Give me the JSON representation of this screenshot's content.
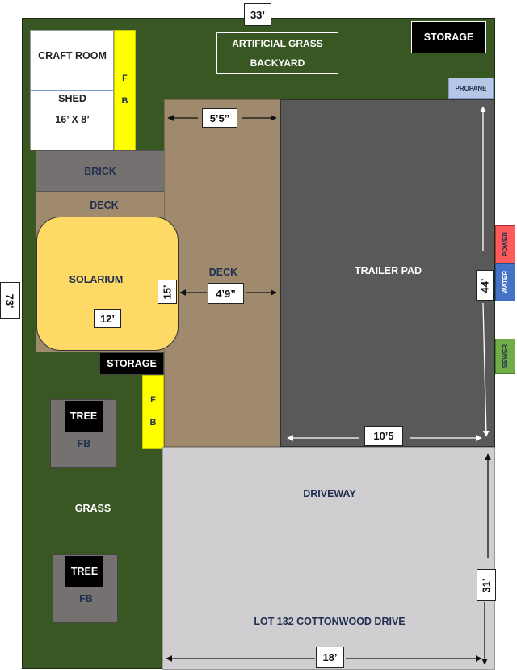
{
  "dims": {
    "top_width": "33’",
    "left_height": "73’",
    "deck_top": "5’5”",
    "deck_mid": "4’9”",
    "solarium_h": "15’",
    "solarium_w": "12’",
    "pad_h": "44’",
    "pad_w": "10’5",
    "drive_h": "31’",
    "drive_w": "18’"
  },
  "areas": {
    "backyard_line1": "ARTIFICIAL GRASS",
    "backyard_line2": "BACKYARD",
    "storage_top": "STORAGE",
    "propane": "PROPANE",
    "craft_room": "CRAFT ROOM",
    "shed": "SHED",
    "shed_size": "16’ X 8’",
    "fb_letters": "F B",
    "brick": "BRICK",
    "deck_left": "DECK",
    "solarium": "SOLARIUM",
    "deck_center": "DECK",
    "trailer_pad": "TRAILER PAD",
    "power": "POWER",
    "water": "WATER",
    "sewer": "SEWER",
    "storage_mid": "STORAGE",
    "tree": "TREE",
    "fb": "FB",
    "grass": "GRASS",
    "driveway": "DRIVEWAY",
    "lot": "LOT 132 COTTONWOOD DRIVE"
  },
  "colors": {
    "grass": "#385723",
    "deck": "#a08a6e",
    "pad": "#595959",
    "driveway": "#d0ced1",
    "solarium": "#ffd966",
    "brick": "#767171",
    "fb": "#ffff00",
    "power": "#ff5b5b",
    "water": "#4472c4",
    "sewer": "#70ad47",
    "propane": "#b4c7e7"
  }
}
